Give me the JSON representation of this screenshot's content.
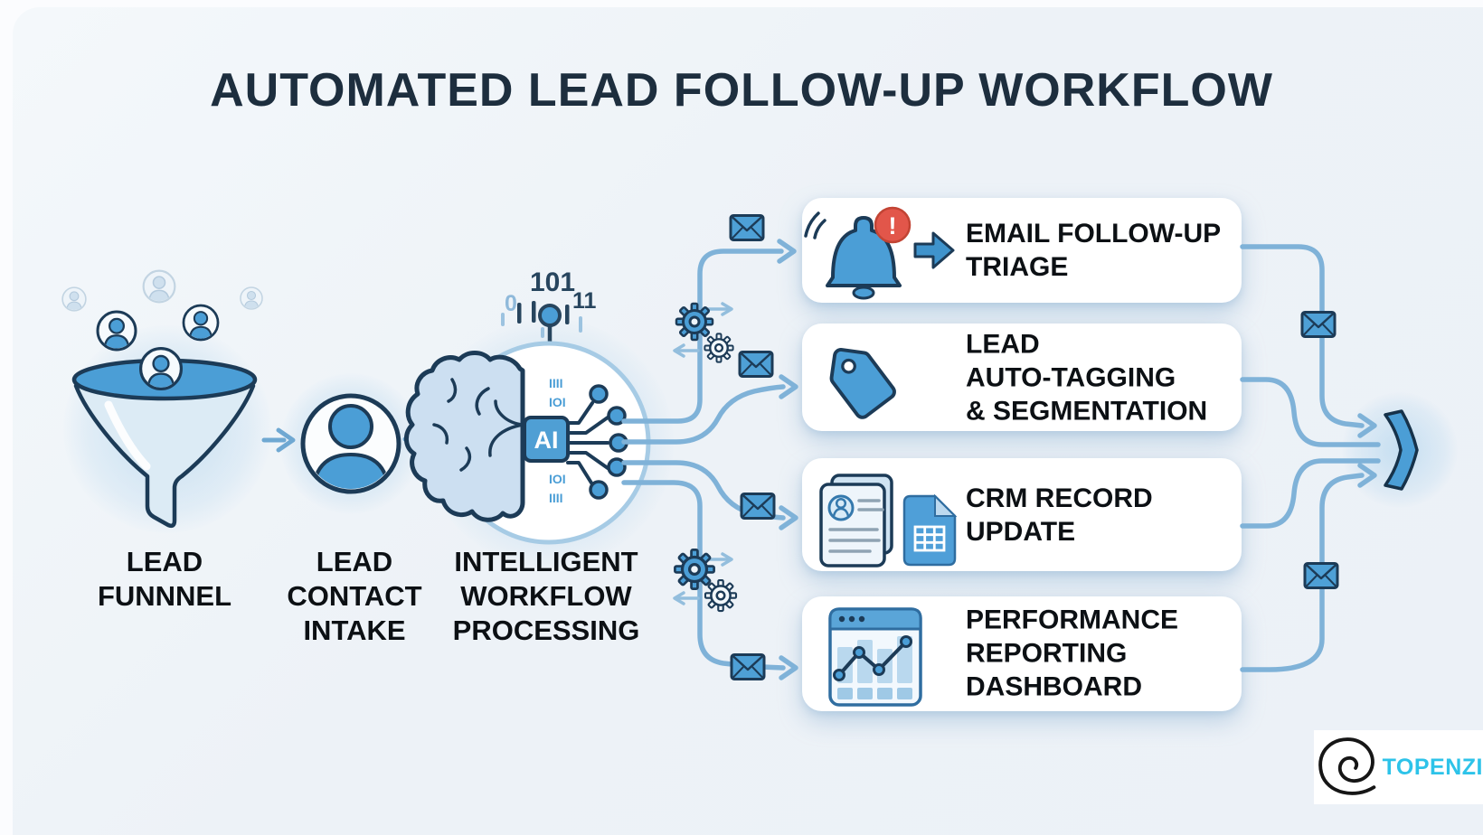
{
  "title": "AUTOMATED LEAD FOLLOW-UP WORKFLOW",
  "stages": [
    {
      "id": "lead-funnel",
      "label_lines": [
        "LEAD",
        "FUNNNEL"
      ]
    },
    {
      "id": "lead-contact-intake",
      "label_lines": [
        "LEAD",
        "CONTACT",
        "INTAKE"
      ]
    },
    {
      "id": "intelligent-workflow-processing",
      "label_lines": [
        "INTELLIGENT",
        "WORKFLOW",
        "PROCESSING"
      ]
    }
  ],
  "ai_core": {
    "chip_label": "AI",
    "binary_top": "101",
    "binary_left": "0",
    "binary_right": "11",
    "marks": {
      "above_1": "IIII",
      "above_2": "IOI",
      "below_1": "IOI",
      "below_2": "IIII"
    }
  },
  "outputs": [
    {
      "id": "email-follow-up-triage",
      "icon": "bell-alert-arrow-icon",
      "badge_glyph": "!",
      "title_lines": [
        "EMAIL FOLLOW-UP",
        "TRIAGE"
      ]
    },
    {
      "id": "lead-auto-tagging-segmentation",
      "icon": "tag-icon",
      "title_lines": [
        "LEAD",
        "AUTO-TAGGING",
        "& SEGMENTATION"
      ]
    },
    {
      "id": "crm-record-update",
      "icon": "contact-cards-and-spreadsheet-icon",
      "title_lines": [
        "CRM RECORD",
        "UPDATE"
      ]
    },
    {
      "id": "performance-reporting-dashboard",
      "icon": "dashboard-chart-icon",
      "title_lines": [
        "PERFORMANCE",
        "REPORTING",
        "DASHBOARD"
      ]
    }
  ],
  "logo": {
    "text": "TOPENZI",
    "icon": "spiral-icon"
  },
  "colors": {
    "background": "#edf2f7",
    "title": "#1d2e3e",
    "label": "#0c1014",
    "connector_blue": "#7fb2d8",
    "icon_blue": "#4b9ed6",
    "dark_outline": "#1c3b57",
    "light_fill": "#dcebf5",
    "alert_red": "#e2564a",
    "logo_cyan": "#2dc3e9",
    "card_bg": "#ffffff"
  }
}
